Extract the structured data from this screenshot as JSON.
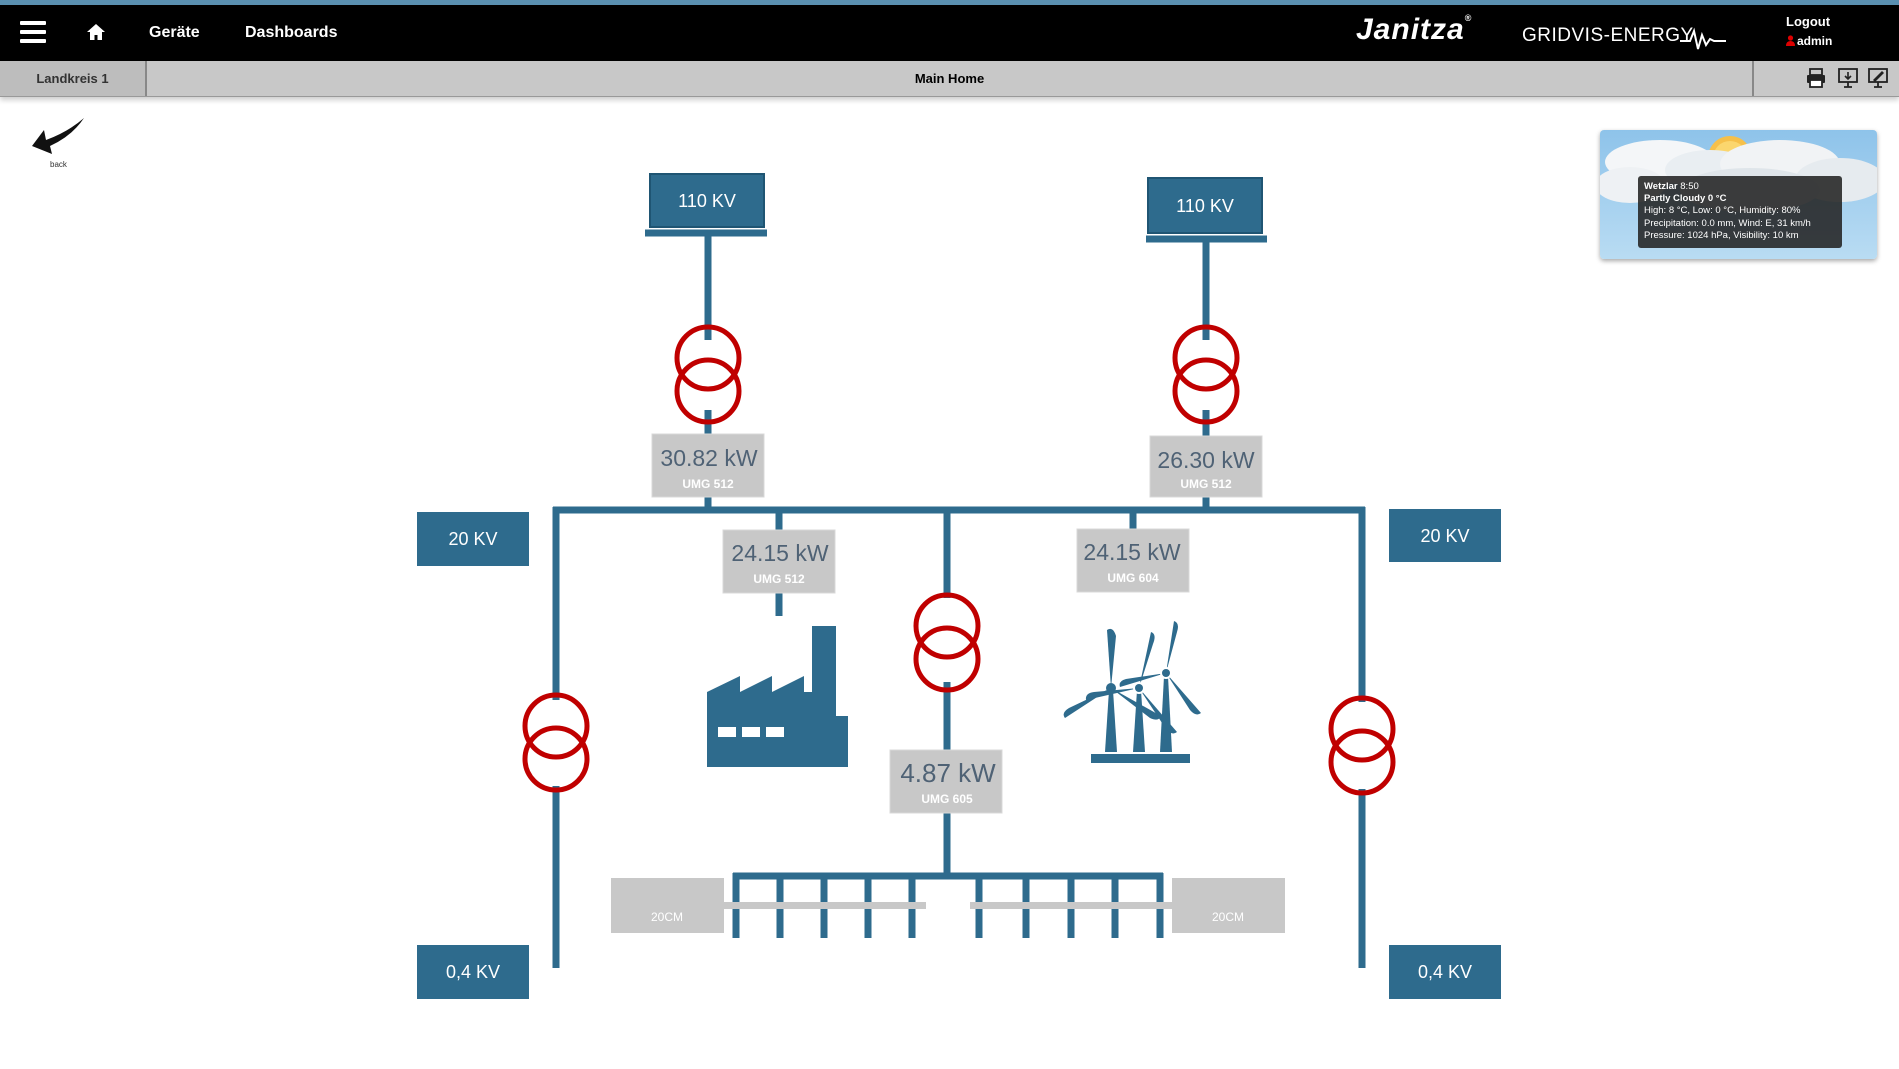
{
  "nav": {
    "items": [
      "Geräte",
      "Dashboards"
    ],
    "brand": "Janitza",
    "brand_mark": "®",
    "product": "GRIDVIS-ENERGY",
    "logout_label": "Logout",
    "user": "admin"
  },
  "subbar": {
    "tab_label": "Landkreis 1",
    "page_title": "Main Home"
  },
  "back_label": "back",
  "weather": {
    "location": "Wetzlar",
    "time": "8:50",
    "condition": "Partly Cloudy 0 °C",
    "line3": "High: 8 °C, Low: 0 °C, Humidity: 80%",
    "line4": "Precipitation: 0.0 mm, Wind: E, 31 km/h",
    "line5": "Pressure: 1024 hPa, Visibility: 10 km"
  },
  "colors": {
    "line": "#2e6b8d",
    "transformer": "#c00000",
    "label_box": "#2e6b8d",
    "meter_box": "#c8c8c8",
    "meter_value": "#4f6275"
  },
  "diagram": {
    "voltage_labels": {
      "v110_left": "110 KV",
      "v110_right": "110 KV",
      "v20_left": "20 KV",
      "v20_right": "20 KV",
      "v04_left": "0,4 KV",
      "v04_right": "0,4 KV"
    },
    "meters": {
      "m1": {
        "value": "30.82 kW",
        "device": "UMG 512"
      },
      "m2": {
        "value": "26.30 kW",
        "device": "UMG 512"
      },
      "m3": {
        "value": "24.15 kW",
        "device": "UMG 512"
      },
      "m4": {
        "value": "24.15 kW",
        "device": "UMG 604"
      },
      "m5": {
        "value": "4.87 kW",
        "device": "UMG 605"
      }
    },
    "feeders": {
      "left": "20CM",
      "right": "20CM"
    }
  }
}
